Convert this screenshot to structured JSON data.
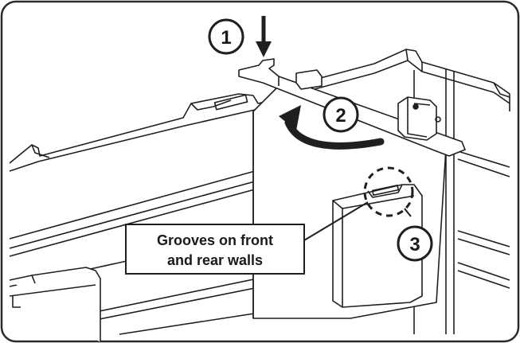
{
  "callouts": {
    "step1": "1",
    "step2": "2",
    "step3": "3"
  },
  "label": {
    "line1": "Grooves on front",
    "line2": "and rear walls"
  },
  "colors": {
    "frame": "#2b2b2b",
    "wall_fill": "#ffffff",
    "shade": "#d9d9d9",
    "line": "#1f1f1f"
  },
  "icons": [
    "down-arrow-icon",
    "rotate-arrow-icon",
    "dashed-circle-highlight"
  ]
}
